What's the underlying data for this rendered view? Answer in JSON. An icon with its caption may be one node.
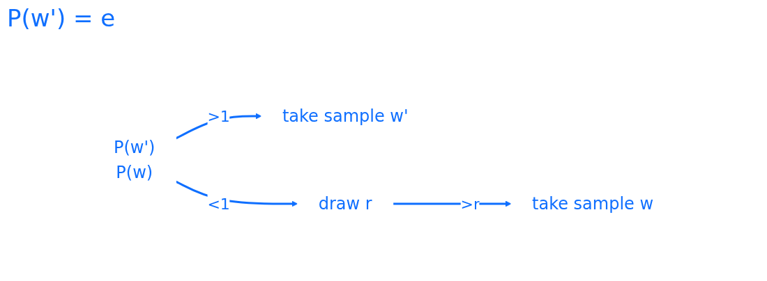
{
  "diagram": {
    "nodes": [
      {
        "text": [
          "P(w')",
          "P(w)"
        ]
      },
      {
        "text": [
          "take sample w'"
        ]
      },
      {
        "text": [
          "draw r"
        ]
      },
      {
        "text": [
          "take sample w"
        ]
      }
    ],
    "edges": [
      {
        "from": 0,
        "to": 1,
        "arrow": "to",
        "label": ">1"
      },
      {
        "from": 0,
        "to": 2,
        "arrow": "to",
        "label": "<1"
      },
      {
        "from": 2,
        "to": 3,
        "arrow": "to",
        "label": ">r"
      }
    ],
    "labels": [
      "P(w') = e"
    ]
  }
}
